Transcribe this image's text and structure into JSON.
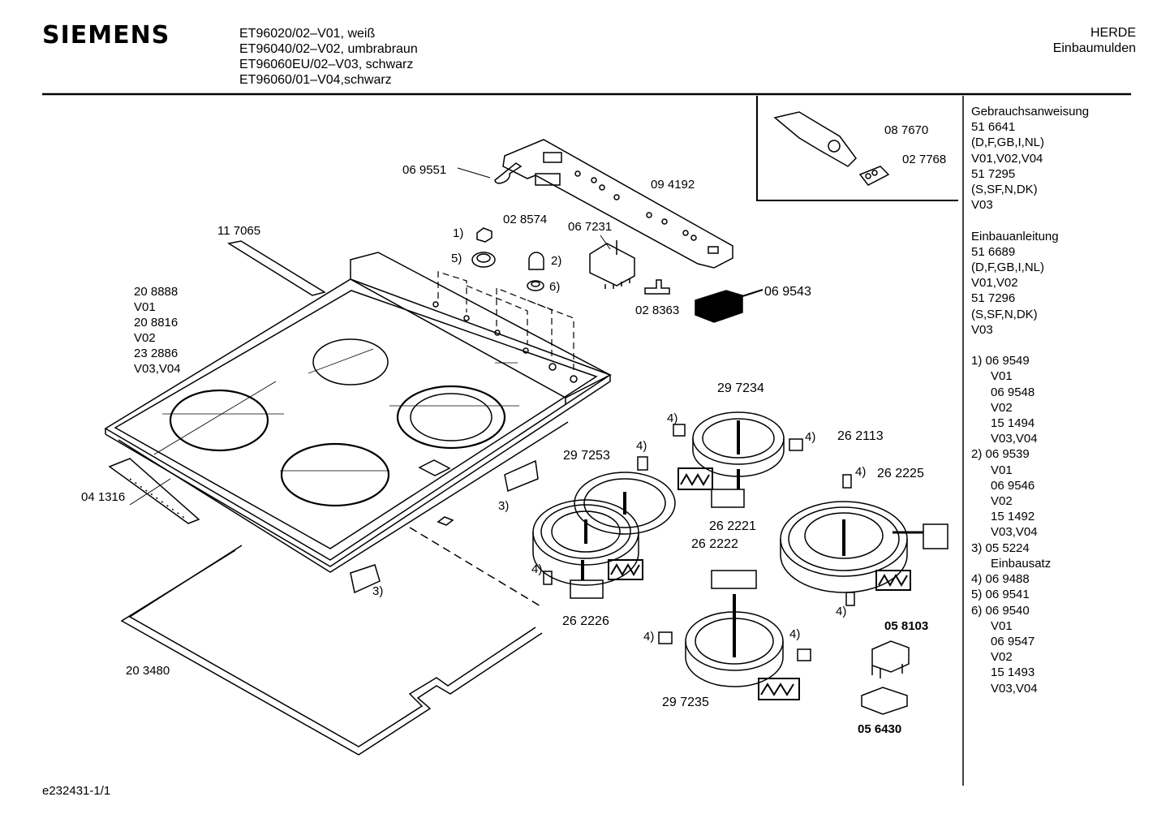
{
  "header": {
    "brand": "SIEMENS",
    "models": [
      "ET96020/02–V01, weiß",
      "ET96040/02–V02, umbrabraun",
      "ET96060EU/02–V03, schwarz",
      "ET96060/01–V04,schwarz"
    ],
    "category": [
      "HERDE",
      "Einbaumulden"
    ]
  },
  "sidebar": {
    "lines": [
      {
        "t": "Gebrauchsanweisung",
        "i": false
      },
      {
        "t": "51 6641",
        "i": false
      },
      {
        "t": "(D,F,GB,I,NL)",
        "i": false
      },
      {
        "t": "V01,V02,V04",
        "i": false
      },
      {
        "t": "51 7295",
        "i": false
      },
      {
        "t": "(S,SF,N,DK)",
        "i": false
      },
      {
        "t": "V03",
        "i": false
      },
      {
        "t": "",
        "i": false
      },
      {
        "t": "Einbauanleitung",
        "i": false
      },
      {
        "t": "51 6689",
        "i": false
      },
      {
        "t": "(D,F,GB,I,NL)",
        "i": false
      },
      {
        "t": "V01,V02",
        "i": false
      },
      {
        "t": "51 7296",
        "i": false
      },
      {
        "t": "(S,SF,N,DK)",
        "i": false
      },
      {
        "t": "V03",
        "i": false
      },
      {
        "t": "",
        "i": false
      },
      {
        "t": "1)  06 9549",
        "i": false
      },
      {
        "t": "V01",
        "i": true
      },
      {
        "t": "06 9548",
        "i": true
      },
      {
        "t": "V02",
        "i": true
      },
      {
        "t": "15 1494",
        "i": true
      },
      {
        "t": "V03,V04",
        "i": true
      },
      {
        "t": "2)  06 9539",
        "i": false
      },
      {
        "t": "V01",
        "i": true
      },
      {
        "t": "06 9546",
        "i": true
      },
      {
        "t": "V02",
        "i": true
      },
      {
        "t": "15 1492",
        "i": true
      },
      {
        "t": "V03,V04",
        "i": true
      },
      {
        "t": "3)  05 5224",
        "i": false
      },
      {
        "t": "Einbausatz",
        "i": true
      },
      {
        "t": "4)  06 9488",
        "i": false
      },
      {
        "t": "5)  06 9541",
        "i": false
      },
      {
        "t": "6)  06 9540",
        "i": false
      },
      {
        "t": "V01",
        "i": true
      },
      {
        "t": "06 9547",
        "i": true
      },
      {
        "t": "V02",
        "i": true
      },
      {
        "t": "15 1493",
        "i": true
      },
      {
        "t": "V03,V04",
        "i": true
      }
    ]
  },
  "labels": {
    "l087670": "08 7670",
    "l027768": "02 7768",
    "l069551": "06 9551",
    "l094192": "09 4192",
    "l028574": "02 8574",
    "l117065": "11 7065",
    "l067231": "06 7231",
    "n1": "1)",
    "n5": "5)",
    "n2": "2)",
    "n6": "6)",
    "l069543": "06 9543",
    "l028363": "02 8363",
    "g1": "20 8888",
    "g2": "V01",
    "g3": "20 8816",
    "g4": "V02",
    "g5": "23 2886",
    "g6": "V03,V04",
    "l297234": "29 7234",
    "l262113": "26 2113",
    "l262225": "26 2225",
    "l297253": "29 7253",
    "l041316": "04 1316",
    "n3a": "3)",
    "n3b": "3)",
    "l262221": "26 2221",
    "l262222": "26 2222",
    "l262226": "26 2226",
    "l058103": "05 8103",
    "l056430": "05 6430",
    "l297235": "29 7235",
    "l203480": "20 3480",
    "n4a": "4)",
    "n4b": "4)",
    "n4c": "4)",
    "n4d": "4)",
    "n4e": "4)",
    "n4f": "4)",
    "n4g": "4)",
    "n4h": "4)"
  },
  "footer": {
    "code": "e232431-1/1"
  }
}
